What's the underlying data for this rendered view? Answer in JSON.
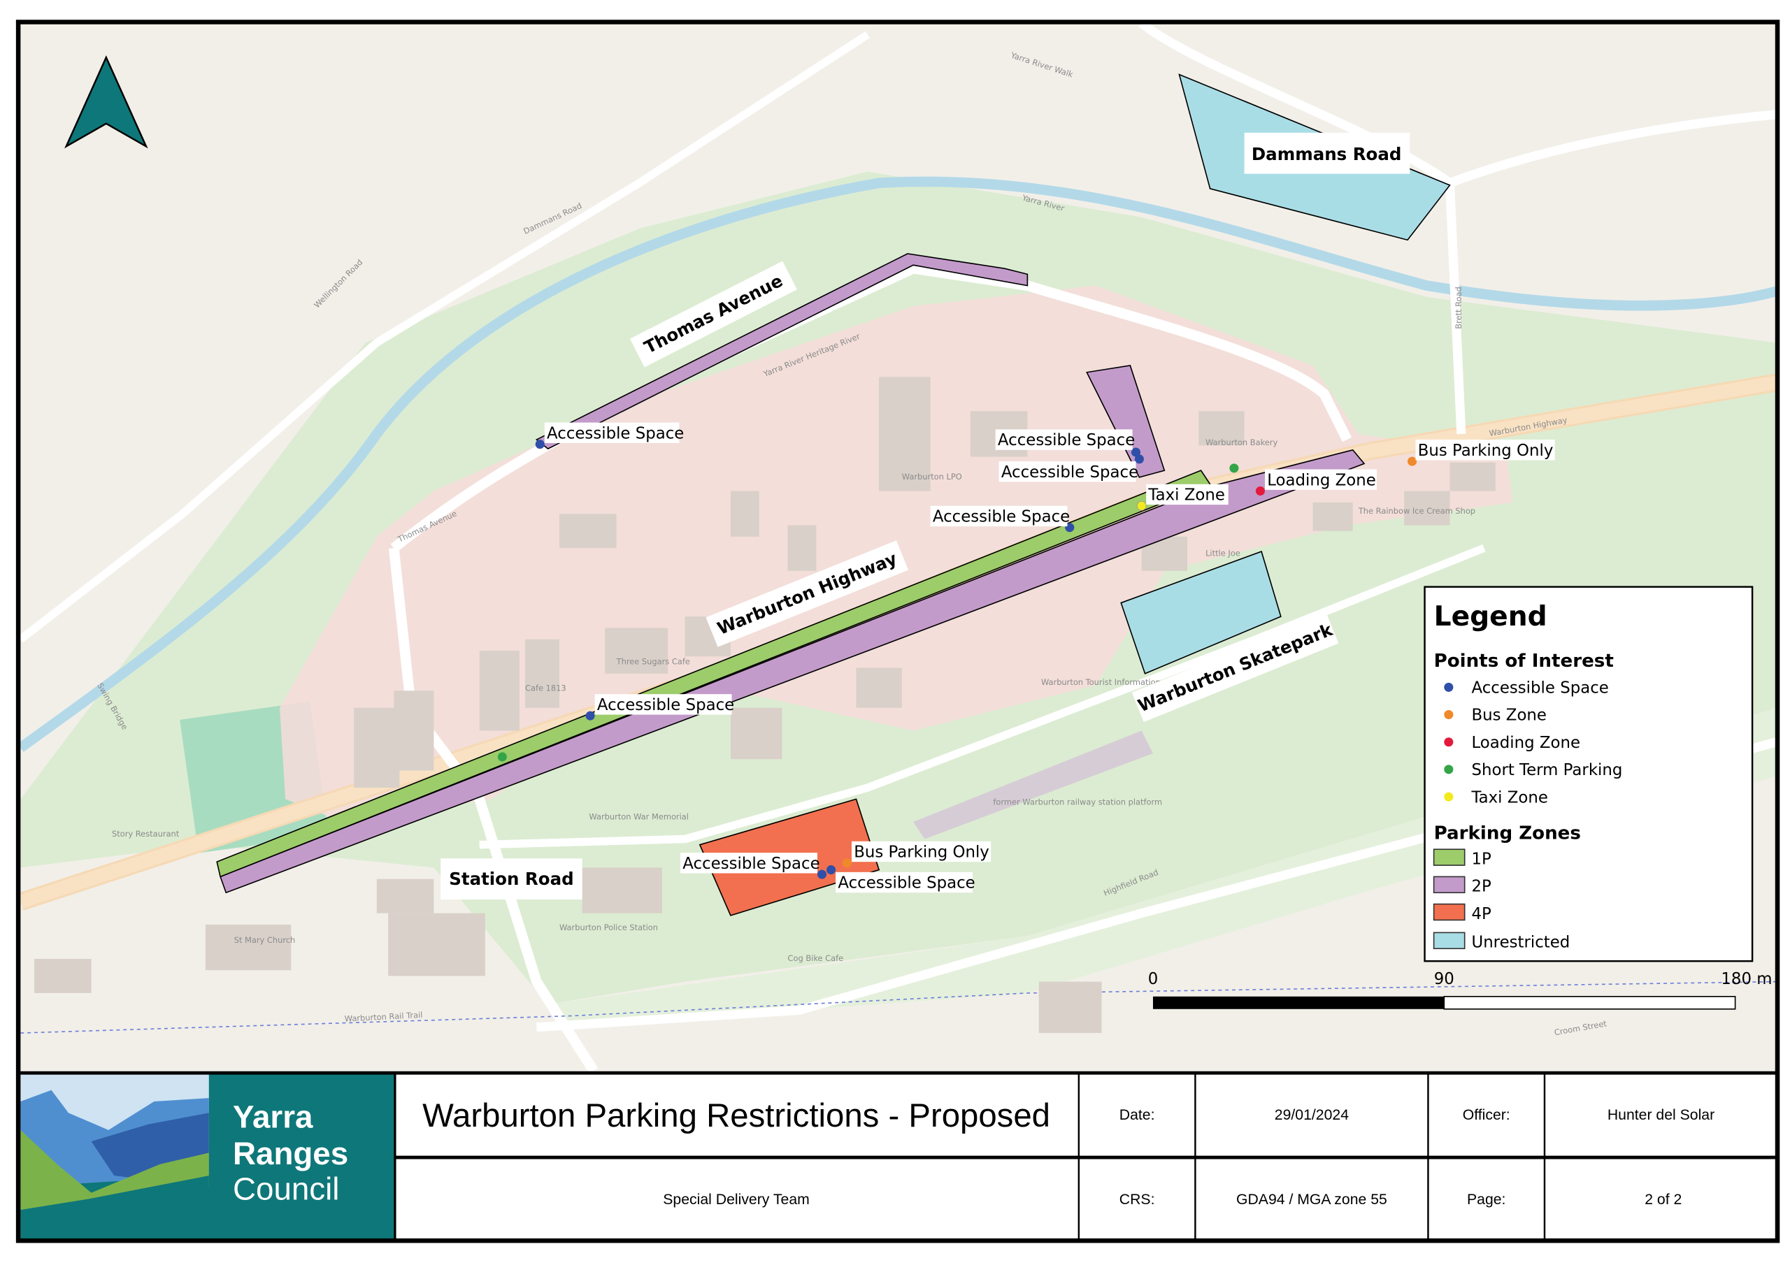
{
  "map": {
    "street_labels": [
      "Yarra River Walk",
      "Dammans Road",
      "Thomas Avenue",
      "Wellington Road",
      "Yarra River",
      "Brett Road",
      "Warburton Highway",
      "Highfield Road",
      "Croom Street",
      "Warburton Rail Trail",
      "Yarra River Heritage River",
      "Swing Bridge",
      "Story Restaurant",
      "St Mary Church",
      "Warburton Police Station",
      "Warburton War Memorial",
      "former Warburton railway station platform",
      "Warburton Tourist Information",
      "Little Joe",
      "The Rainbow Ice Cream Shop",
      "Warburton Bakery",
      "Warburton LPO",
      "Three Sugars Cafe",
      "Cog Bike Cafe",
      "Cafe 1813",
      "Station Road"
    ],
    "zone_labels": {
      "thomas": "Thomas Avenue",
      "highway": "Warburton Highway",
      "dammans": "Dammans Road",
      "skatepark": "Warburton Skatepark",
      "station": "Station Road"
    },
    "points": [
      {
        "label": "Accessible Space",
        "type": "accessible"
      },
      {
        "label": "Accessible Space",
        "type": "accessible"
      },
      {
        "label": "Accessible Space",
        "type": "accessible"
      },
      {
        "label": "Accessible Space",
        "type": "accessible"
      },
      {
        "label": "Accessible Space",
        "type": "accessible"
      },
      {
        "label": "Accessible Space",
        "type": "accessible"
      },
      {
        "label": "Accessible Space",
        "type": "accessible"
      },
      {
        "label": "Taxi Zone",
        "type": "taxi"
      },
      {
        "label": "Loading Zone",
        "type": "loading"
      },
      {
        "label": "Bus Parking Only",
        "type": "bus"
      },
      {
        "label": "Bus Parking Only",
        "type": "bus"
      }
    ],
    "poi_colors": {
      "accessible": "#2f4fa8",
      "bus": "#f0892a",
      "loading": "#e31a3c",
      "short": "#33a548",
      "taxi": "#f2ea1c"
    },
    "zone_colors": {
      "1P": "#9dcc6a",
      "2P": "#c39bca",
      "4P": "#f2704f",
      "Unrestricted": "#a9dde6"
    },
    "north_arrow_icon": "north-arrow-icon"
  },
  "legend": {
    "title": "Legend",
    "poi_heading": "Points of Interest",
    "poi": [
      {
        "label": "Accessible Space",
        "color": "#2f4fa8"
      },
      {
        "label": "Bus Zone",
        "color": "#f0892a"
      },
      {
        "label": "Loading Zone",
        "color": "#e31a3c"
      },
      {
        "label": "Short Term Parking",
        "color": "#33a548"
      },
      {
        "label": "Taxi Zone",
        "color": "#f2ea1c"
      }
    ],
    "zones_heading": "Parking Zones",
    "zones": [
      {
        "label": "1P",
        "color": "#9dcc6a"
      },
      {
        "label": "2P",
        "color": "#c39bca"
      },
      {
        "label": "4P",
        "color": "#f2704f"
      },
      {
        "label": "Unrestricted",
        "color": "#a9dde6"
      }
    ]
  },
  "scale_bar": {
    "ticks": [
      "0",
      "90",
      "180 m"
    ]
  },
  "title_block": {
    "logo": [
      "Yarra",
      "Ranges",
      "Council"
    ],
    "title": "Warburton Parking Restrictions - Proposed",
    "subtitle": "Special Delivery Team",
    "date_label": "Date:",
    "date": "29/01/2024",
    "officer_label": "Officer:",
    "officer": "Hunter del Solar",
    "crs_label": "CRS:",
    "crs": "GDA94 / MGA zone 55",
    "page_label": "Page:",
    "page": "2 of 2"
  }
}
